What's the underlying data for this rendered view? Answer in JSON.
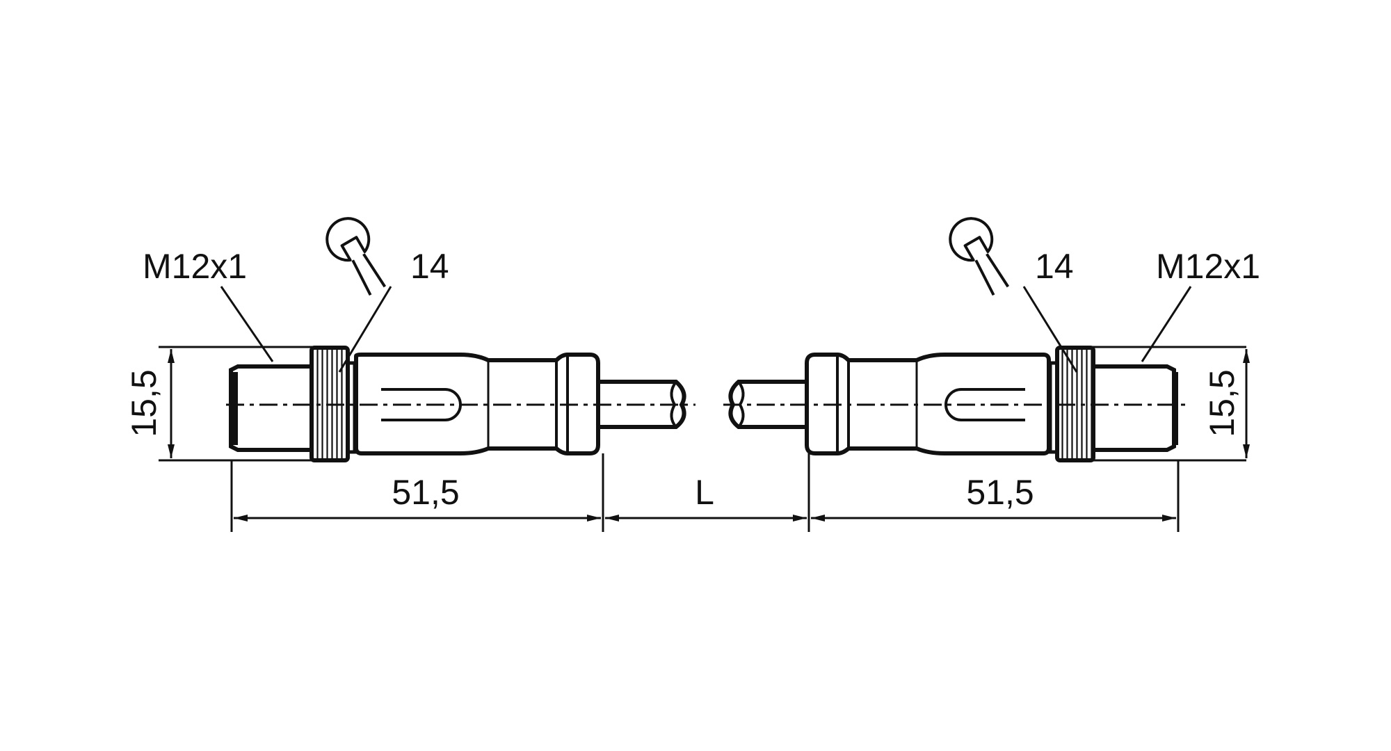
{
  "labels": {
    "thread_left": "M12x1",
    "thread_right": "M12x1",
    "wrench_left": "14",
    "wrench_right": "14",
    "dia_left": "15,5",
    "dia_right": "15,5",
    "length_left": "51,5",
    "length_right": "51,5",
    "cable_length": "L"
  },
  "icons": {
    "wrench": "wrench-icon"
  },
  "colors": {
    "line": "#111111",
    "background": "#ffffff"
  }
}
